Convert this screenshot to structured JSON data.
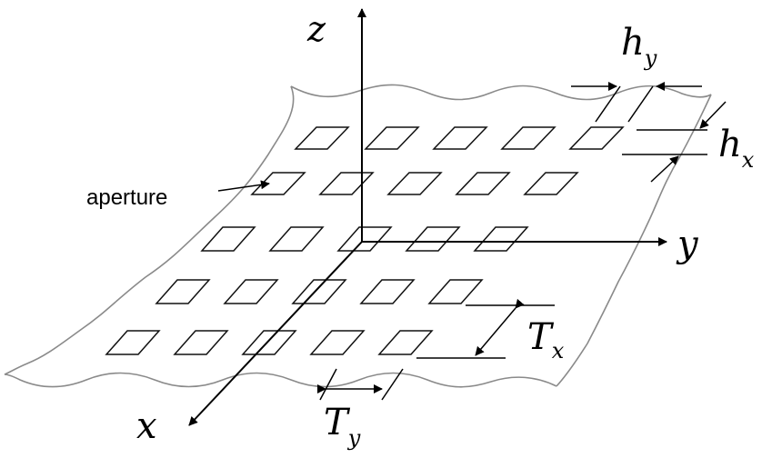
{
  "labels": {
    "z_axis": "z",
    "y_axis": "y",
    "x_axis": "x",
    "aperture": "aperture",
    "hy_main": "h",
    "hy_sub": "y",
    "hx_main": "h",
    "hx_sub": "x",
    "Tx_main": "T",
    "Tx_sub": "x",
    "Ty_main": "T",
    "Ty_sub": "y"
  }
}
